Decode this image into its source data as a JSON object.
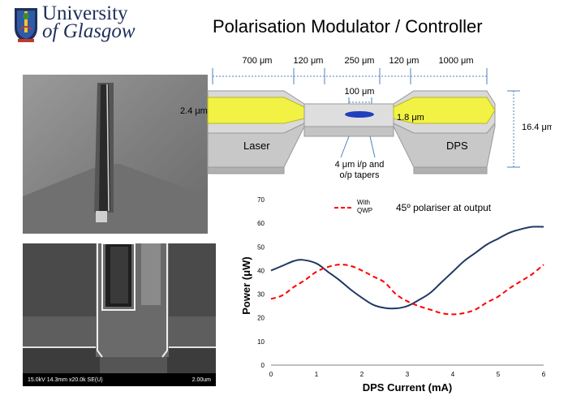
{
  "logo": {
    "line1": "University",
    "line2": "of Glasgow",
    "crest": "university-crest"
  },
  "title": "Polarisation Modulator / Controller",
  "sem_image": {
    "caption": "15.0kV 14.3mm x20.0k SE(U)",
    "scale_label": "2.00um"
  },
  "device_diagram": {
    "segment_lengths": [
      "700 μm",
      "120 μm",
      "250 μm",
      "120 μm",
      "1000 μm"
    ],
    "center_length": "100 μm",
    "left_height": "2.4 μm",
    "right_height": "1.8 μm",
    "total_height": "16.4 μm",
    "laser_label": "Laser",
    "dps_label": "DPS",
    "taper_note_line1": "4 μm i/p and",
    "taper_note_line2": "o/p tapers",
    "waveguide_color": "#f2f245",
    "body_color": "#c8c8c8"
  },
  "chart_data": {
    "type": "line",
    "title": "",
    "annotation": "45º polariser at output",
    "xlabel": "DPS Current (mA)",
    "ylabel": "Power (μW)",
    "xlim": [
      0,
      6
    ],
    "ylim": [
      0,
      70
    ],
    "xticks": [
      "0",
      "1",
      "2",
      "3",
      "4",
      "5",
      "6"
    ],
    "yticks": [
      "0",
      "10",
      "20",
      "30",
      "40",
      "50",
      "60",
      "70"
    ],
    "grid": false,
    "series": [
      {
        "name": "",
        "style": "solid",
        "color": "#1f3864",
        "x": [
          0,
          0.25,
          0.5,
          0.7,
          1.0,
          1.25,
          1.5,
          1.75,
          2.0,
          2.25,
          2.5,
          2.75,
          3.0,
          3.25,
          3.5,
          3.75,
          4.0,
          4.25,
          4.5,
          4.75,
          5.0,
          5.25,
          5.5,
          5.75,
          6.0
        ],
        "y": [
          40,
          42,
          44,
          44.5,
          43,
          39.5,
          36,
          32,
          28.5,
          25.5,
          24.2,
          24,
          25,
          27.5,
          30.5,
          35,
          39.5,
          44,
          47.5,
          51,
          53.5,
          56,
          57.5,
          58.5,
          58.5
        ]
      },
      {
        "name": "With\nQWP",
        "legend_line1": "With",
        "legend_line2": "QWP",
        "style": "dashed",
        "color": "#ff0000",
        "x": [
          0,
          0.25,
          0.5,
          0.75,
          1.0,
          1.25,
          1.5,
          1.75,
          2.0,
          2.25,
          2.5,
          2.75,
          3.0,
          3.25,
          3.5,
          3.75,
          4.0,
          4.25,
          4.5,
          4.75,
          5.0,
          5.25,
          5.5,
          5.75,
          6.0
        ],
        "y": [
          28,
          29.5,
          33,
          36,
          39.5,
          41.5,
          42.5,
          42,
          40,
          37.5,
          35,
          30,
          27,
          25,
          23.5,
          22,
          21.5,
          22,
          23.5,
          26.5,
          29,
          32.5,
          35.5,
          38.5,
          42.5
        ]
      }
    ]
  }
}
